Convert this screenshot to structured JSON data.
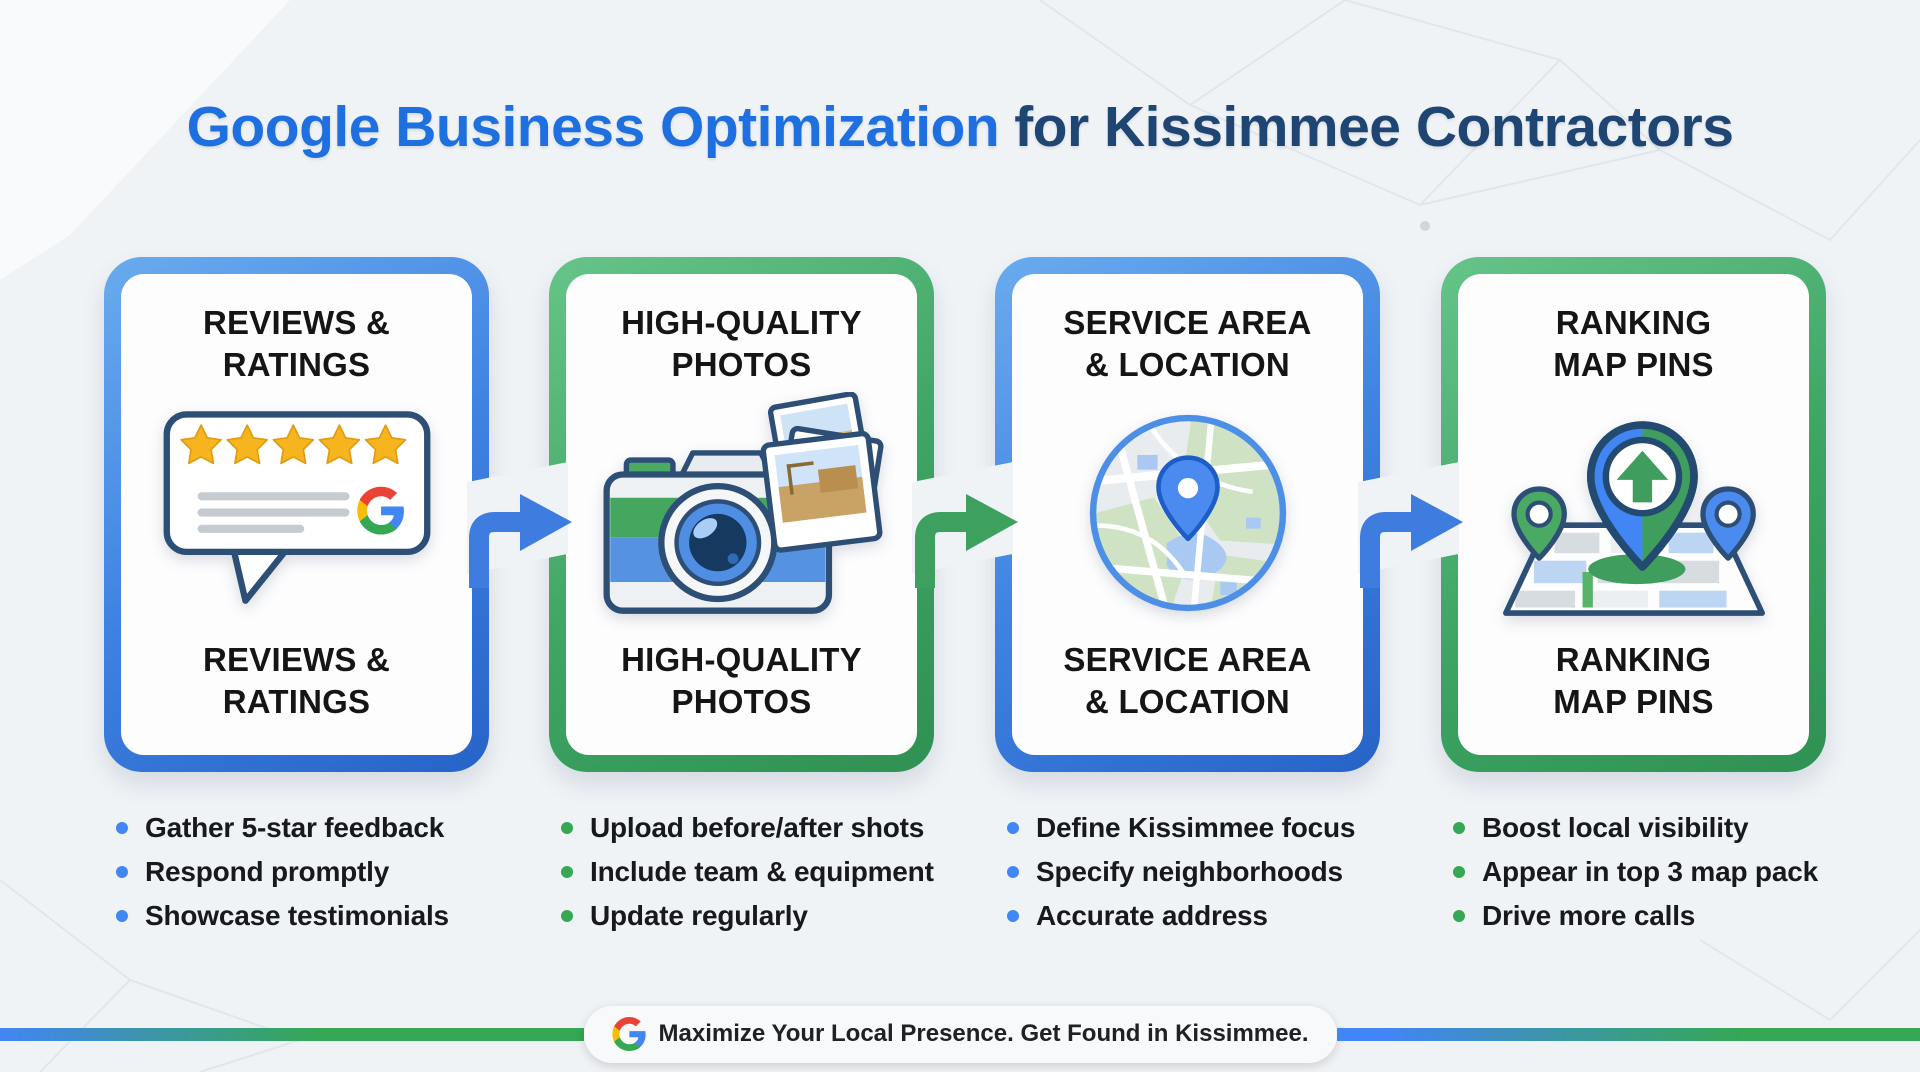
{
  "title": {
    "highlight": "Google Business Optimization",
    "rest": "for Kissimmee Contractors"
  },
  "cards": [
    {
      "top_label": "REVIEWS &\nRATINGS",
      "bottom_label": "REVIEWS &\nRATINGS",
      "icon": "google-review-bubble-icon",
      "border_color": "blue",
      "bullets": [
        "Gather 5-star feedback",
        "Respond promptly",
        "Showcase testimonials"
      ]
    },
    {
      "top_label": "HIGH-QUALITY\nPHOTOS",
      "bottom_label": "HIGH-QUALITY\nPHOTOS",
      "icon": "camera-photos-icon",
      "border_color": "green",
      "bullets": [
        "Upload before/after shots",
        "Include team & equipment",
        "Update regularly"
      ]
    },
    {
      "top_label": "SERVICE AREA\n& LOCATION",
      "bottom_label": "SERVICE AREA\n& LOCATION",
      "icon": "map-location-pin-icon",
      "border_color": "blue",
      "bullets": [
        "Define Kissimmee focus",
        "Specify neighborhoods",
        "Accurate address"
      ]
    },
    {
      "top_label": "RANKING\nMAP PINS",
      "bottom_label": "RANKING\nMAP PINS",
      "icon": "ranking-map-pins-icon",
      "border_color": "green",
      "bullets": [
        "Boost local visibility",
        "Appear in top 3 map pack",
        "Drive more calls"
      ]
    }
  ],
  "footer": {
    "icon": "google-g-logo",
    "text": "Maximize Your Local Presence. Get Found in Kissimmee."
  },
  "colors": {
    "google_blue": "#4285F4",
    "google_green": "#34A853",
    "google_yellow": "#FBBC05",
    "google_red": "#EA4335",
    "title_blue": "#1e6fe0",
    "title_navy": "#1f4673",
    "star_gold": "#F6B51E",
    "outline_navy": "#2d4e75",
    "background": "#f0f3f6"
  }
}
